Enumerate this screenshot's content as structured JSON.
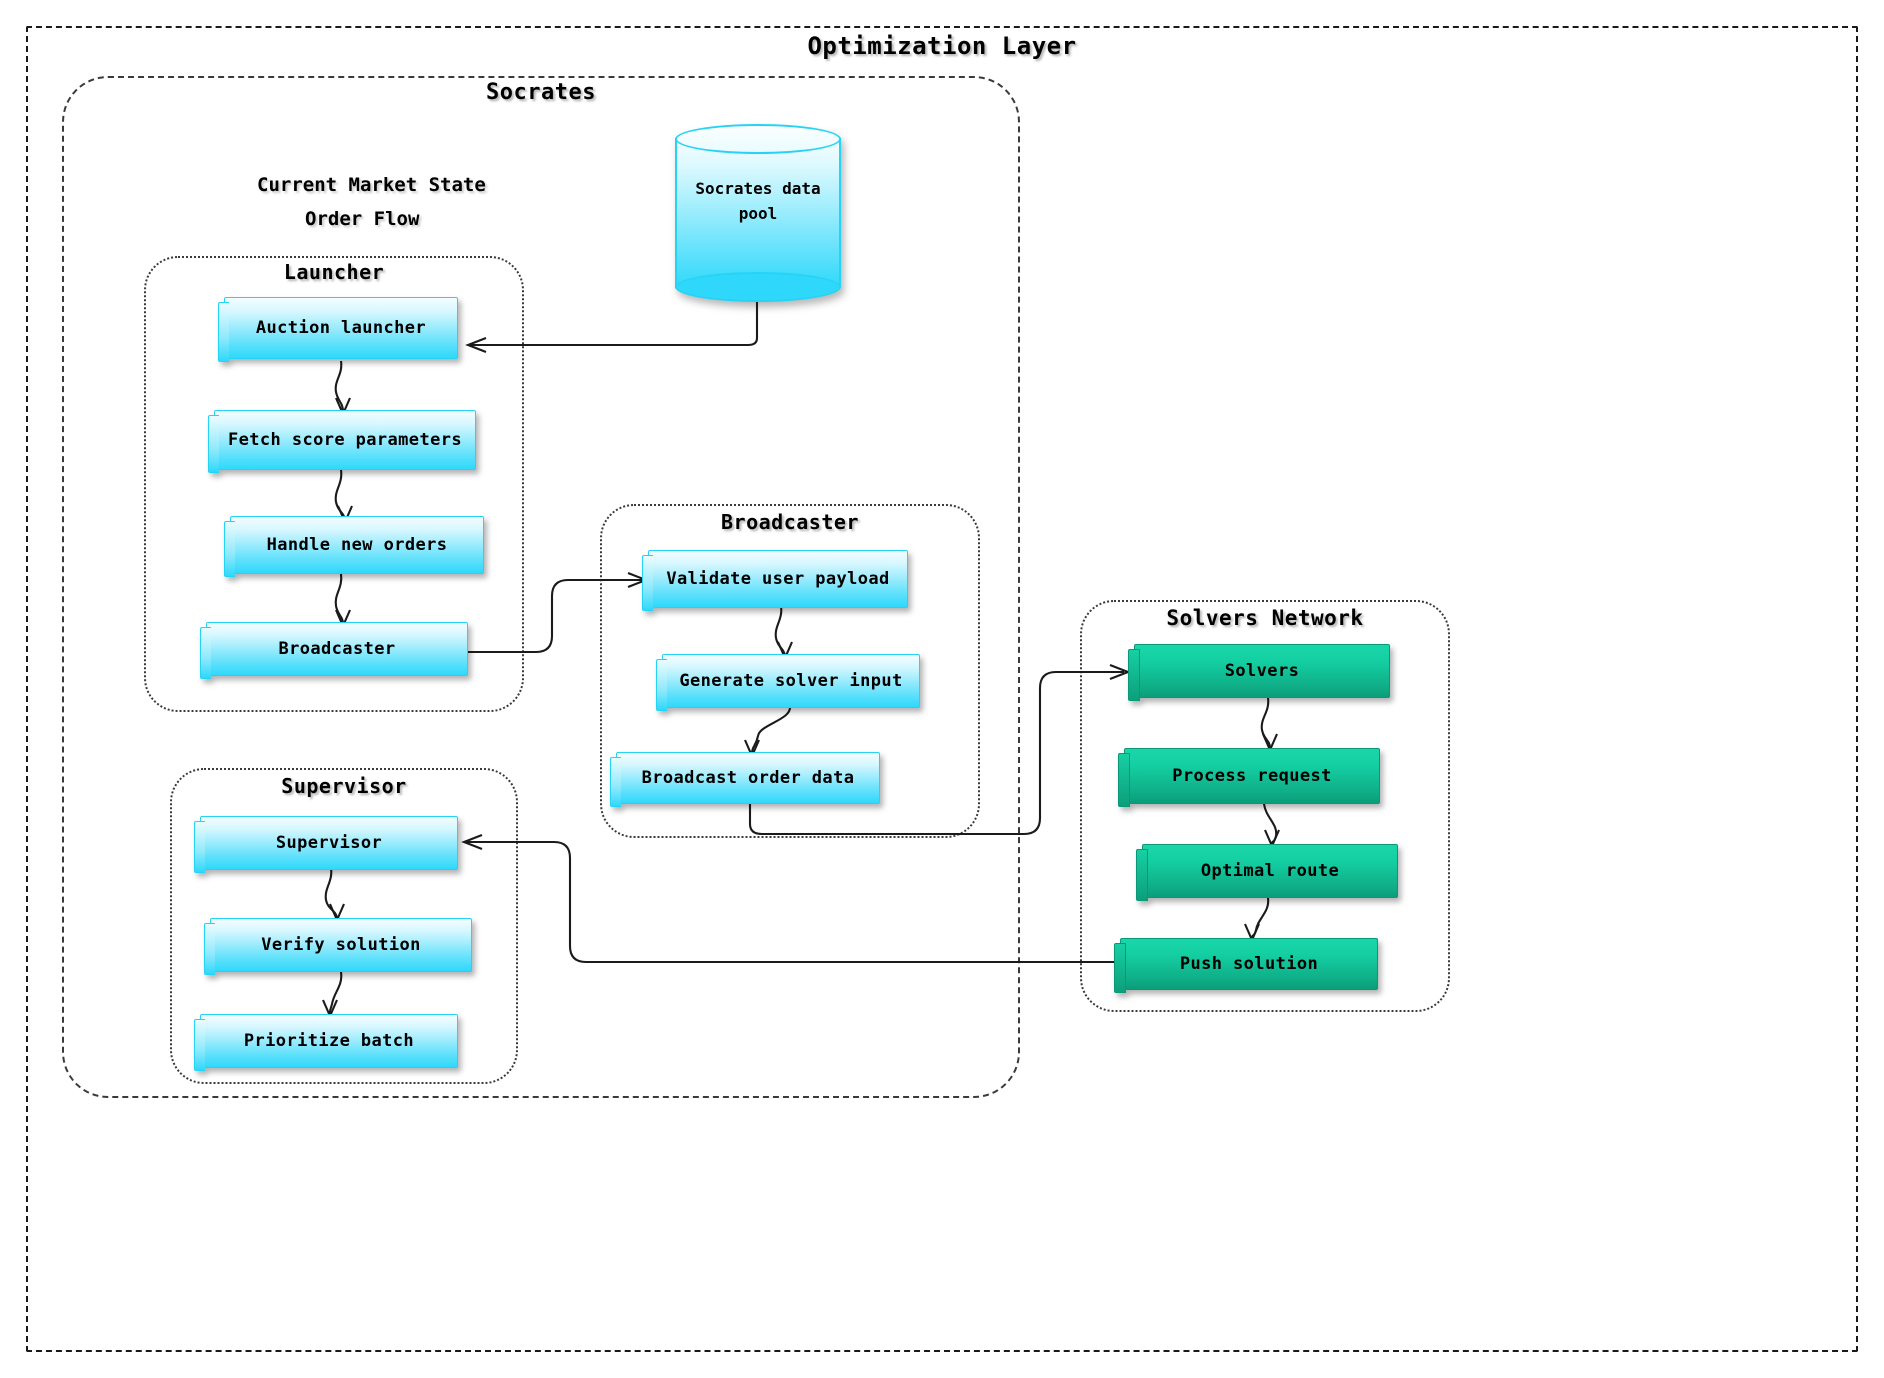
{
  "diagram": {
    "title": "Optimization Layer",
    "groups": {
      "socrates": {
        "title": "Socrates"
      },
      "launcher": {
        "title": "Launcher"
      },
      "broadcaster": {
        "title": "Broadcaster"
      },
      "supervisor": {
        "title": "Supervisor"
      },
      "solvers_network": {
        "title": "Solvers Network"
      }
    },
    "annotations": [
      {
        "text": "Current Market State"
      },
      {
        "text": "Order Flow"
      }
    ],
    "datastore": {
      "label_line1": "Socrates data",
      "label_line2": "pool"
    },
    "nodes": {
      "auction_launcher": "Auction launcher",
      "fetch_score_parameters": "Fetch score parameters",
      "handle_new_orders": "Handle new orders",
      "broadcaster": "Broadcaster",
      "validate_user_payload": "Validate user payload",
      "generate_solver_input": "Generate solver input",
      "broadcast_order_data": "Broadcast order data",
      "supervisor": "Supervisor",
      "verify_solution": "Verify solution",
      "prioritize_batch": "Prioritize batch",
      "solvers": "Solvers",
      "process_request": "Process request",
      "optimal_route": "Optimal route",
      "push_solution": "Push solution"
    },
    "colors": {
      "blue_fill": "#2fd8fb",
      "blue_light": "#e9fbff",
      "green_fill": "#0fae87",
      "green_light": "#19d6a8",
      "stroke": "#1b1b1b",
      "background": "#ffffff"
    }
  }
}
